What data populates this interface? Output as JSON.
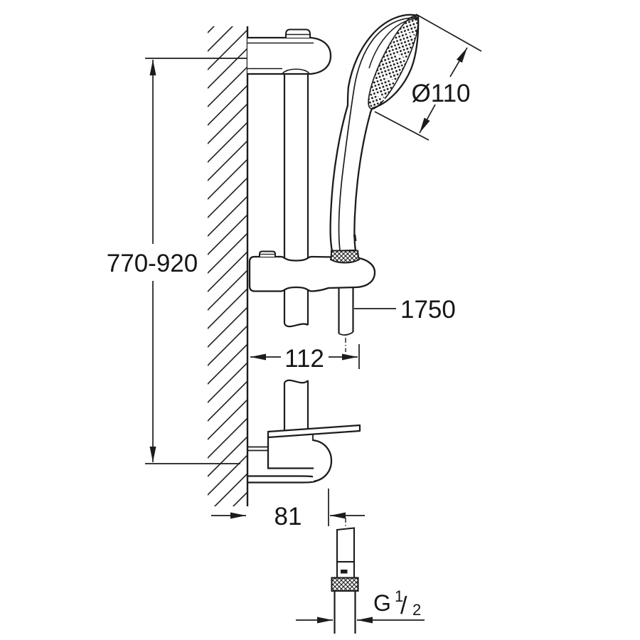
{
  "diagram": {
    "type": "technical-drawing",
    "subject": "wall-mounted shower slide rail set with hand shower, hose, glide holder and soap dish",
    "labels": {
      "rail_height": "770-920",
      "head_diameter": "Ø110",
      "hose_length": "1750",
      "holder_offset": "112",
      "bracket_offset": "81",
      "thread_prefix": "G",
      "thread_numerator": "1",
      "thread_slash": "/",
      "thread_denominator": "2"
    },
    "colors": {
      "line": "#1c1c1c",
      "background": "#ffffff"
    }
  }
}
